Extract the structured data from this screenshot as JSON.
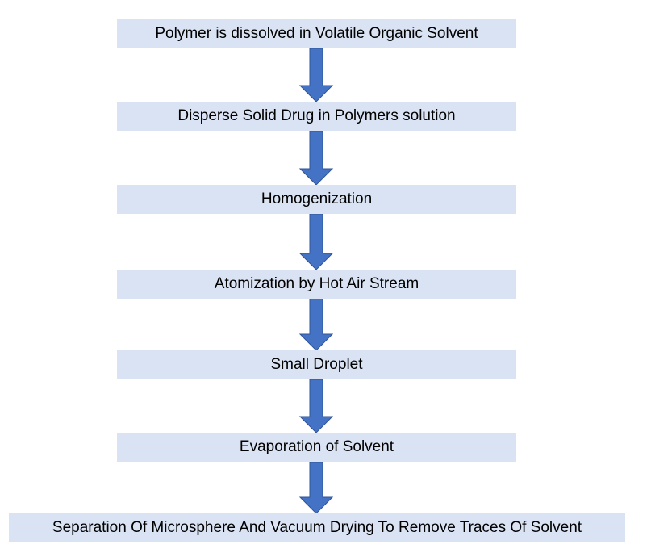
{
  "flowchart": {
    "steps": [
      {
        "label": "Polymer is dissolved in Volatile Organic Solvent"
      },
      {
        "label": "Disperse Solid Drug in Polymers solution"
      },
      {
        "label": "Homogenization"
      },
      {
        "label": "Atomization by Hot Air Stream"
      },
      {
        "label": "Small Droplet"
      },
      {
        "label": "Evaporation of Solvent"
      },
      {
        "label": "Separation Of Microsphere And Vacuum Drying To Remove Traces Of Solvent"
      }
    ],
    "colors": {
      "box_fill": "#dae3f3",
      "arrow_fill": "#4472c4",
      "arrow_stroke": "#2f5597",
      "text": "#000000"
    }
  }
}
